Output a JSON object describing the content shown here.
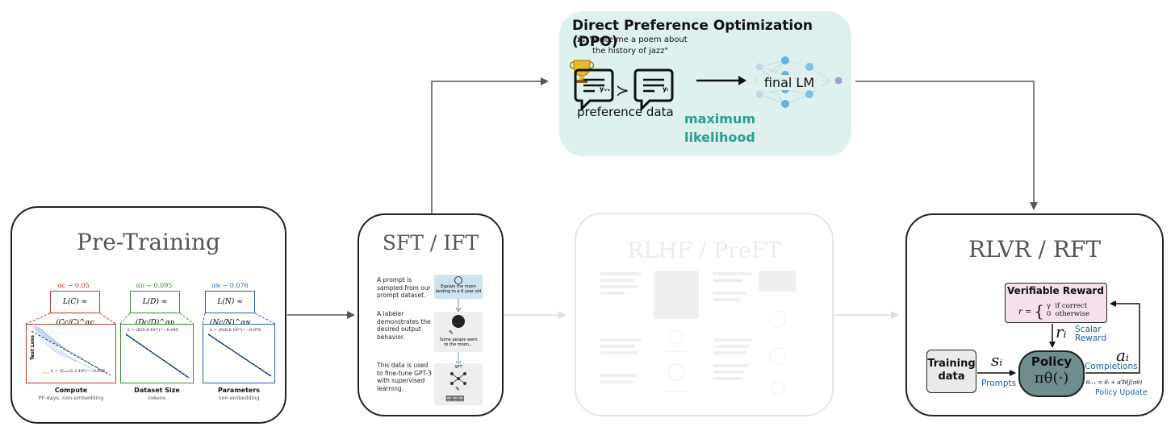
{
  "dpo": {
    "title": "Direct Preference Optimization (DPO)",
    "prompt_prefix": "x:",
    "prompt_line1": "\"write me a poem about",
    "prompt_line2": "the history of jazz\"",
    "yw": "yᵥᵥ",
    "yl": "yₗ",
    "preference_label": "preference data",
    "ml_line1": "maximum",
    "ml_line2": "likelihood",
    "final_lm": "final LM",
    "accent_color": "#2a9d8f",
    "bg_color": "#dff1ef"
  },
  "pretraining": {
    "title": "Pre-Training",
    "alphas": [
      "αᴄ ~ 0.05",
      "αᴅ ~ 0.095",
      "αɴ ~ 0.076"
    ],
    "formulas": [
      "L(C) ≈ (Cᴄ/C)^αᴄ",
      "L(D) ≈ (Dᴄ/D)^αᴅ",
      "L(N) ≈ (Nᴄ/N)^αɴ"
    ],
    "plot_labels": [
      "Compute",
      "Dataset Size",
      "Parameters"
    ],
    "plot_subs": [
      "PF-days, non-embedding",
      "tokens",
      "non-embedding"
    ],
    "y_axis": "Test Loss",
    "legends": [
      "L = (Cₘᵢₙ/2.3·10⁸)^−0.050",
      "L = (D/5.4·10¹³)^−0.095",
      "L = (N/8.8·10¹³)^−0.076"
    ],
    "colors": [
      "#c0392b",
      "#3a8a2e",
      "#2c5fb3"
    ]
  },
  "sft": {
    "title": "SFT / IFT",
    "step1": [
      "A prompt is",
      "sampled from our",
      "prompt dataset."
    ],
    "step2": [
      "A labeler",
      "demonstrates the",
      "desired output",
      "behavior."
    ],
    "step3": [
      "This data is used",
      "to fine-tune GPT-3",
      "with supervised",
      "learning."
    ],
    "card1": [
      "Explain the moon",
      "landing to a 6 year old"
    ],
    "card2": [
      "Some people went",
      "to the moon..."
    ],
    "card3": "SFT"
  },
  "rlhf": {
    "title": "RLHF / PreFT"
  },
  "rlvr": {
    "title": "RLVR / RFT",
    "reward_title": "Verifiable Reward",
    "reward_formula": "r = {γ if correct; 0 otherwise}",
    "reward_case1_val": "γ",
    "reward_case1": "if correct",
    "reward_case2_val": "0",
    "reward_case2": "otherwise",
    "r_i": "rᵢ",
    "scalar_reward_1": "Scalar",
    "scalar_reward_2": "Reward",
    "a_i": "aᵢ",
    "completions": "Completions",
    "training_1": "Training",
    "training_2": "data",
    "s_i": "sᵢ",
    "prompts": "Prompts",
    "policy": "Policy",
    "policy_fn": "πθ(·)",
    "update_eq": "θᵢ₊₁ = θᵢ + α∇θJ(πθ)",
    "policy_update": "Policy Update",
    "reward_bg": "#f4e1ec",
    "link_color": "#1f5fa8"
  }
}
